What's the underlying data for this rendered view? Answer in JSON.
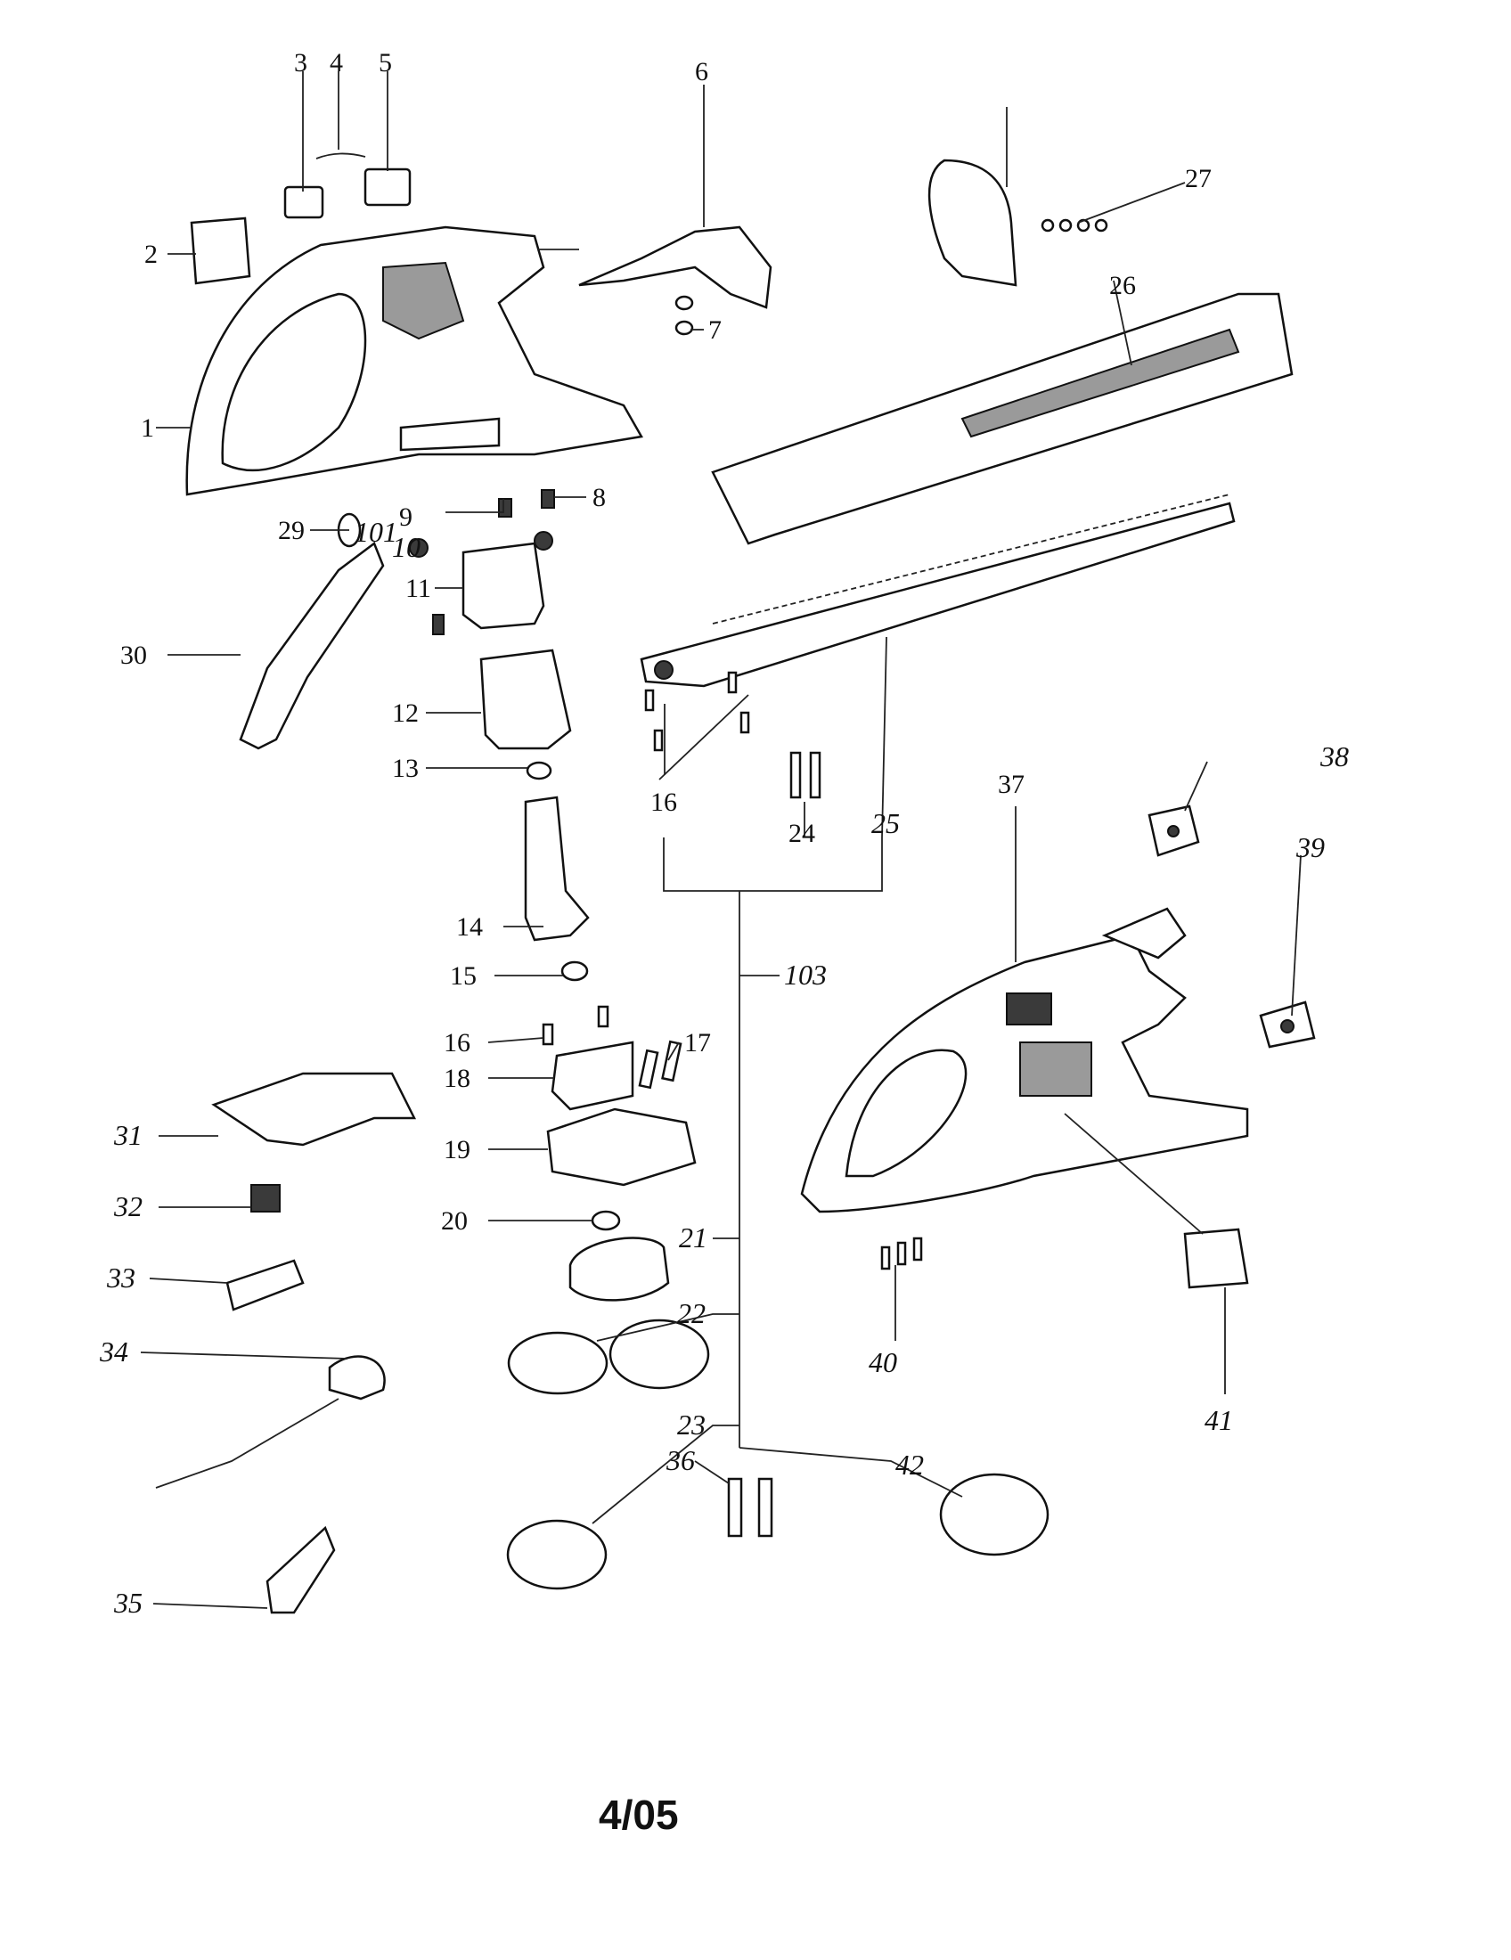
{
  "callouts": {
    "c1": "1",
    "c2": "2",
    "c3": "3",
    "c4": "4",
    "c5": "5",
    "c6": "6",
    "c7": "7",
    "c8": "8",
    "c9": "9",
    "c10": "10",
    "c101": "101",
    "c11": "11",
    "c12": "12",
    "c13": "13",
    "c14": "14",
    "c15": "15",
    "c16a": "16",
    "c16b": "16",
    "c17": "17",
    "c18": "18",
    "c19": "19",
    "c20": "20",
    "c21": "21",
    "c22": "22",
    "c23": "23",
    "c24": "24",
    "c25": "25",
    "c26": "26",
    "c27": "27",
    "c29": "29",
    "c30": "30",
    "c31": "31",
    "c32": "32",
    "c33": "33",
    "c34": "34",
    "c35": "35",
    "c36": "36",
    "c37": "37",
    "c38": "38",
    "c39": "39",
    "c40": "40",
    "c41": "41",
    "c42": "42",
    "c103": "103"
  },
  "page_code": "4/05"
}
